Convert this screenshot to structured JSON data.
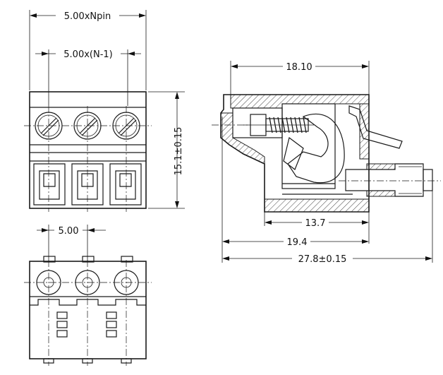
{
  "dimensions": {
    "overall_width": "5.00xNpin",
    "pitch_span": "5.00x(N-1)",
    "height": "15.1±0.15",
    "pitch": "5.00",
    "side_depth": "18.10",
    "inner_13_7": "13.7",
    "depth_19_4": "19.4",
    "total_length": "27.8±0.15"
  }
}
